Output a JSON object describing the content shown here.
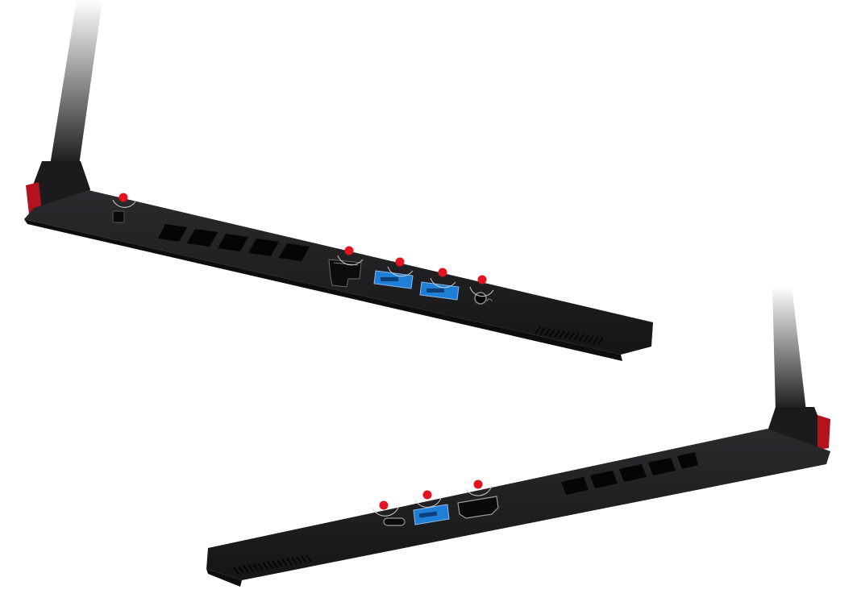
{
  "colors": {
    "background": "#ffffff",
    "chassis": "#1f1f21",
    "chassis_edge": "#3a3a3d",
    "vent": "#0a0a0a",
    "usb_blue": "#1e7fd6",
    "accent_red": "#c8102e",
    "hotspot_red": "#e3141f",
    "port_outline": "#9a9a9a"
  },
  "left_side": {
    "ports": [
      {
        "name": "kensington-lock",
        "icon": "lock-slot-icon"
      },
      {
        "name": "ethernet-port",
        "icon": "ethernet-icon"
      },
      {
        "name": "usb-a-port",
        "icon": "usb-a-icon"
      },
      {
        "name": "usb-a-port",
        "icon": "usb-a-icon"
      },
      {
        "name": "audio-jack",
        "icon": "headphone-jack-icon"
      }
    ]
  },
  "right_side": {
    "ports": [
      {
        "name": "usb-c-port",
        "icon": "usb-c-icon"
      },
      {
        "name": "usb-a-port",
        "icon": "usb-a-icon"
      },
      {
        "name": "hdmi-port",
        "icon": "hdmi-icon"
      }
    ]
  }
}
